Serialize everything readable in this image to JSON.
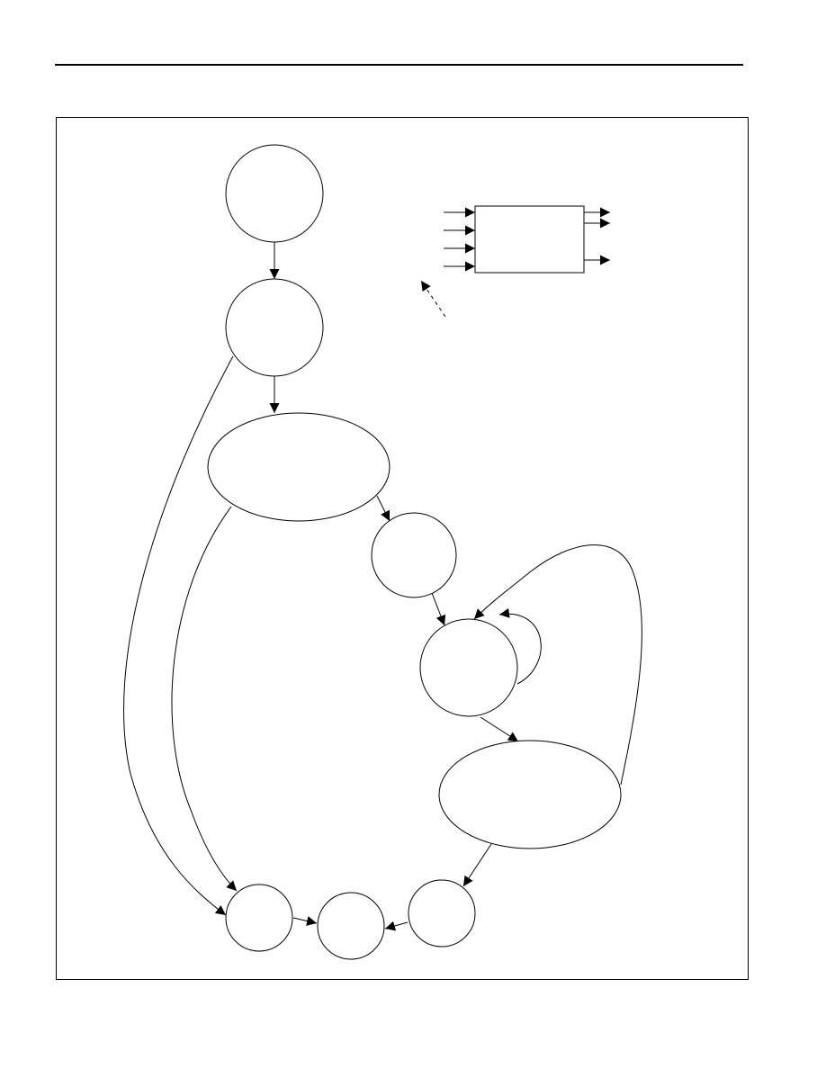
{
  "page": {
    "header_rule": true
  },
  "diagram": {
    "style": {
      "stroke_color": "#000000",
      "fill_color": "#ffffff"
    },
    "nodes": [
      {
        "id": "state-1",
        "shape": "circle",
        "label": ""
      },
      {
        "id": "state-2",
        "shape": "circle",
        "label": ""
      },
      {
        "id": "state-3",
        "shape": "ellipse",
        "label": ""
      },
      {
        "id": "state-4",
        "shape": "circle",
        "label": ""
      },
      {
        "id": "state-5",
        "shape": "circle",
        "label": ""
      },
      {
        "id": "state-6",
        "shape": "ellipse",
        "label": ""
      },
      {
        "id": "state-7",
        "shape": "circle",
        "label": ""
      },
      {
        "id": "state-8",
        "shape": "circle",
        "label": ""
      },
      {
        "id": "state-9",
        "shape": "circle",
        "label": ""
      }
    ],
    "edges": [
      {
        "from": "state-1",
        "to": "state-2"
      },
      {
        "from": "state-2",
        "to": "state-3"
      },
      {
        "from": "state-2",
        "to": "state-7"
      },
      {
        "from": "state-3",
        "to": "state-4"
      },
      {
        "from": "state-3",
        "to": "state-7"
      },
      {
        "from": "state-4",
        "to": "state-5"
      },
      {
        "from": "state-5",
        "to": "state-5",
        "type": "self-loop"
      },
      {
        "from": "state-5",
        "to": "state-6"
      },
      {
        "from": "state-6",
        "to": "state-5"
      },
      {
        "from": "state-6",
        "to": "state-9"
      },
      {
        "from": "state-7",
        "to": "state-8"
      },
      {
        "from": "state-9",
        "to": "state-8"
      }
    ],
    "legend_box": {
      "inputs": 4,
      "outputs": 3,
      "label": ""
    }
  }
}
